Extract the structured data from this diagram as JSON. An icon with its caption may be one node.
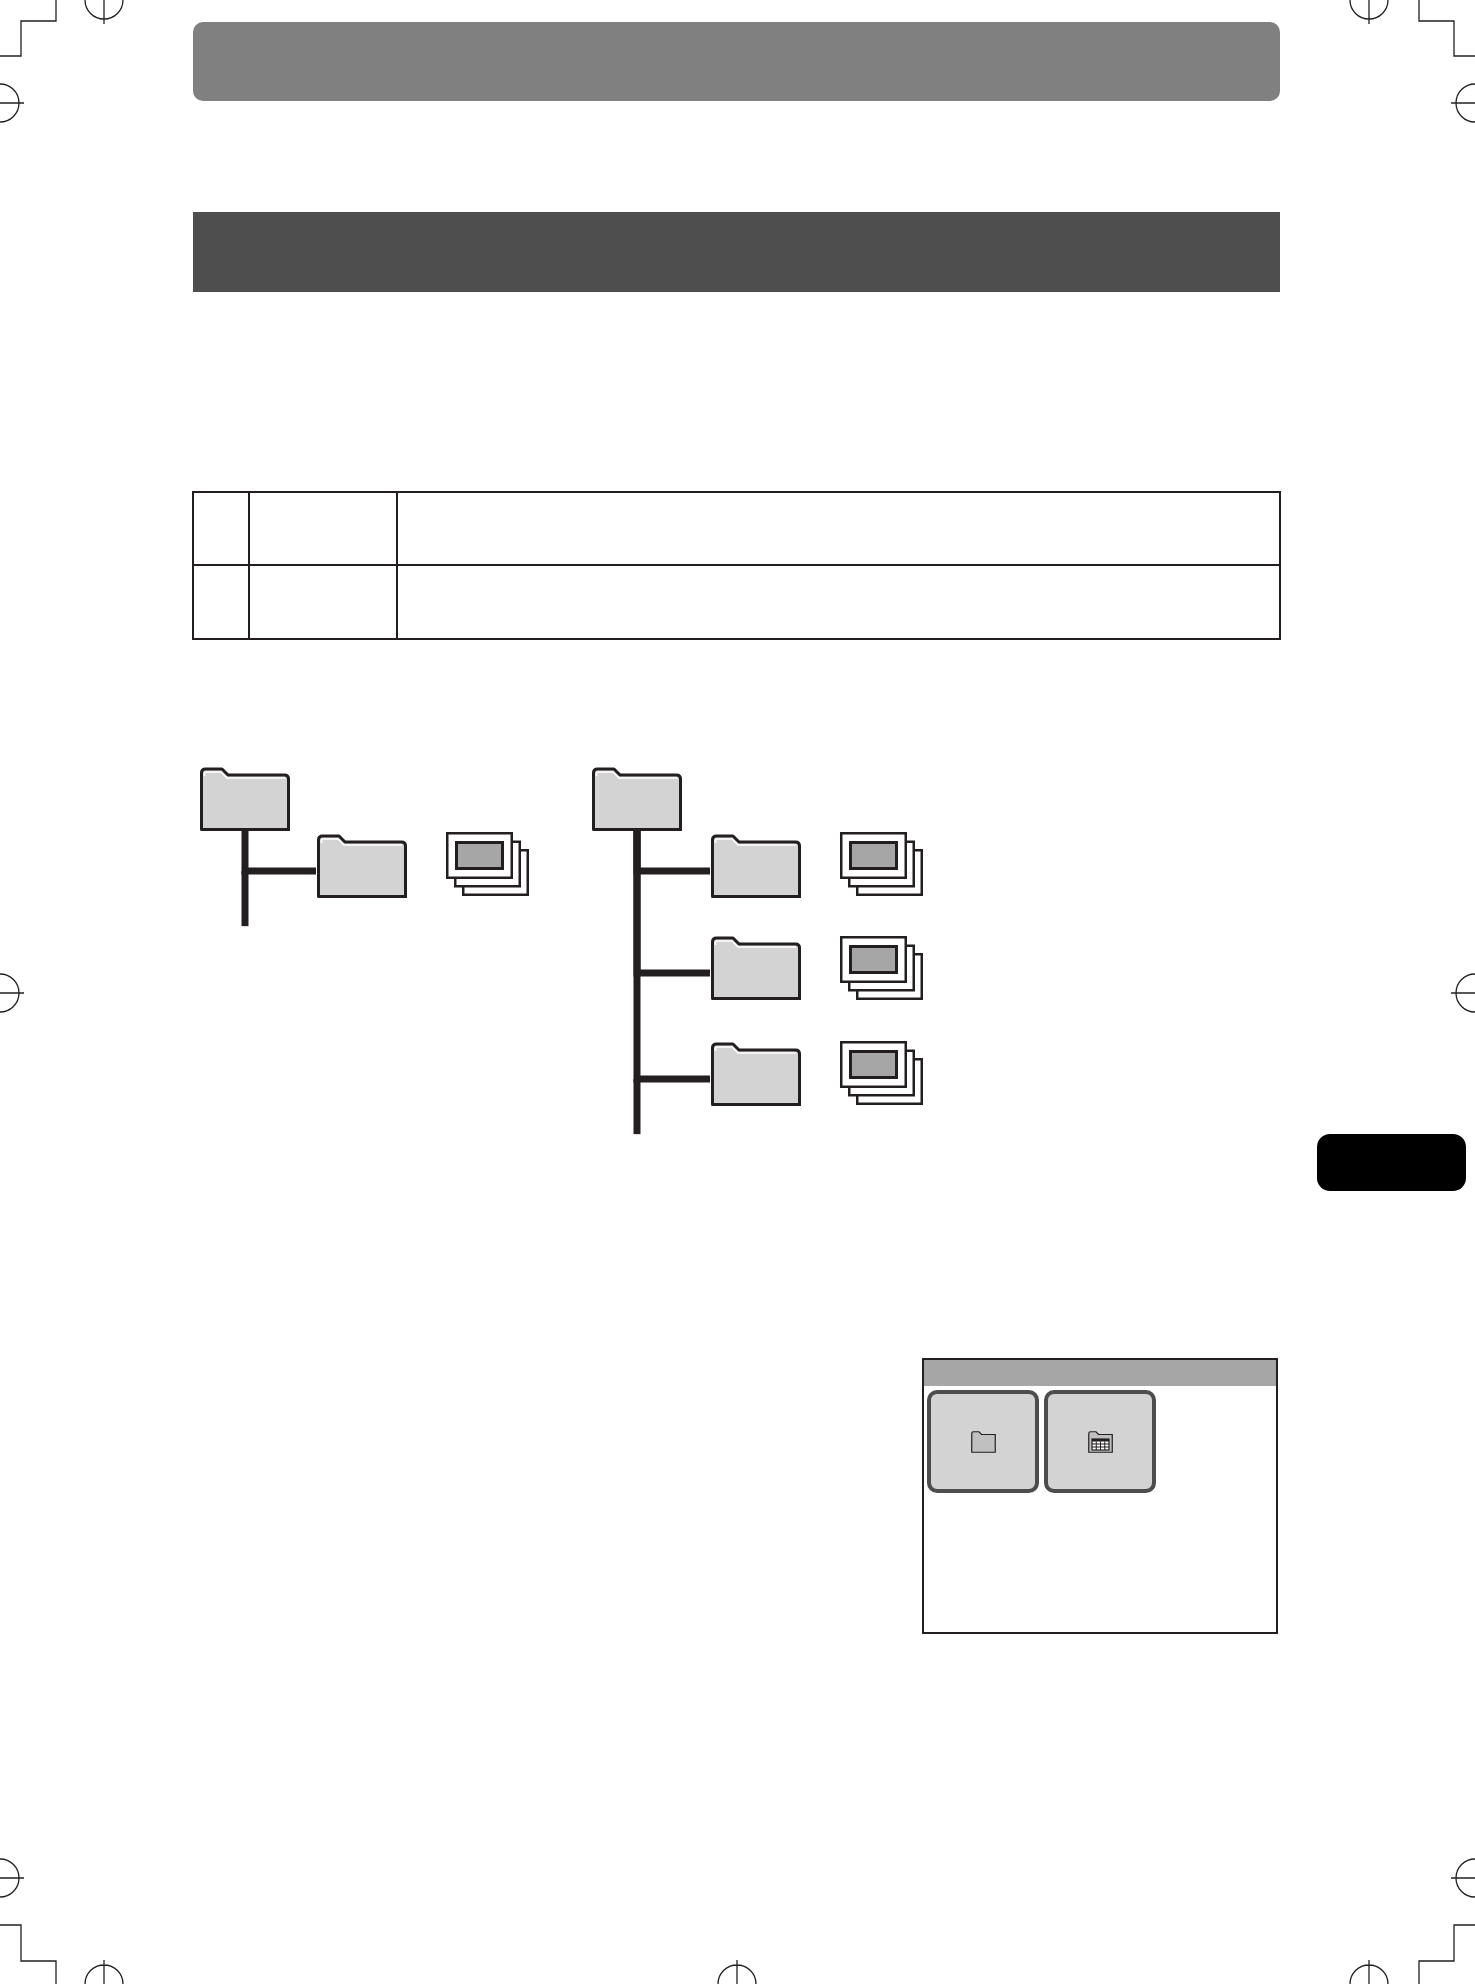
{
  "diagram": {
    "nodes": [
      {
        "text": [],
        "shape": "bar"
      },
      {
        "text": [],
        "shape": "bar"
      },
      {
        "text": [],
        "shape": "folder"
      },
      {
        "text": [],
        "shape": "folder"
      },
      {
        "text": [],
        "shape": "box"
      },
      {
        "text": [],
        "shape": "folder"
      },
      {
        "text": [],
        "shape": "folder"
      },
      {
        "text": [],
        "shape": "box"
      },
      {
        "text": [],
        "shape": "folder"
      },
      {
        "text": [],
        "shape": "box"
      },
      {
        "text": [],
        "shape": "folder"
      },
      {
        "text": [],
        "shape": "box"
      },
      {
        "text": [],
        "shape": "box"
      },
      {
        "text": [],
        "shape": "box"
      },
      {
        "text": [],
        "shape": "bar",
        "in": 13
      },
      {
        "text": [],
        "shape": "box",
        "in": 13
      },
      {
        "text": [],
        "shape": "box",
        "in": 13
      }
    ],
    "edges": [
      {
        "from": 2,
        "to": 3,
        "arrow": "none"
      },
      {
        "from": 5,
        "to": 6,
        "arrow": "none"
      },
      {
        "from": 5,
        "to": 8,
        "arrow": "none"
      },
      {
        "from": 5,
        "to": 10,
        "arrow": "none"
      }
    ]
  }
}
